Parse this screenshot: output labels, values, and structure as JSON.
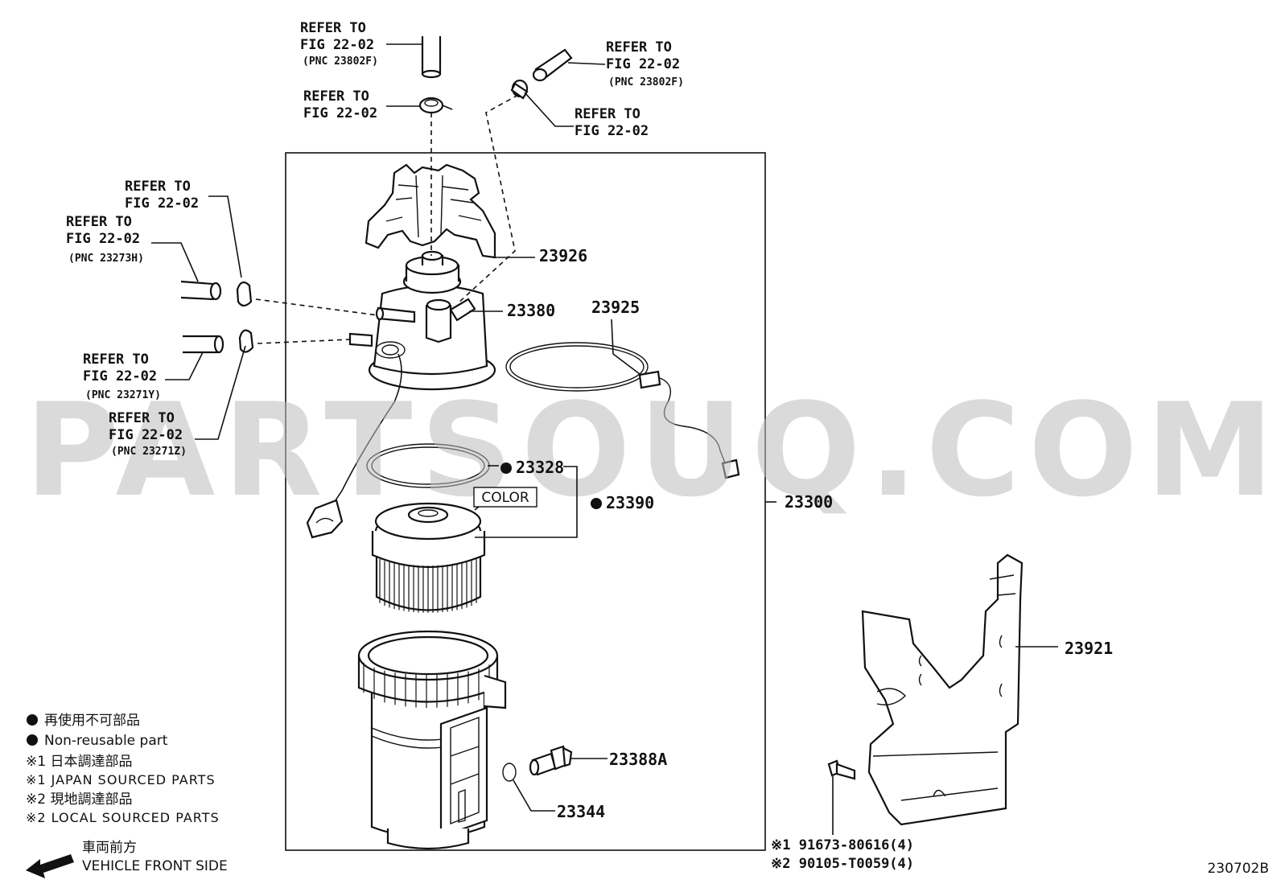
{
  "watermark": "PARTSOUQ.COM",
  "refs": {
    "r1": {
      "l1": "REFER TO",
      "l2": "FIG 22-02",
      "l3": "(PNC 23802F)"
    },
    "r2": {
      "l1": "REFER TO",
      "l2": "FIG 22-02"
    },
    "r3": {
      "l1": "REFER TO",
      "l2": "FIG 22-02",
      "l3": "(PNC 23802F)"
    },
    "r4": {
      "l1": "REFER TO",
      "l2": "FIG 22-02"
    },
    "r5": {
      "l1": "REFER TO",
      "l2": "FIG 22-02"
    },
    "r6": {
      "l1": "REFER TO",
      "l2": "FIG 22-02",
      "l3": "(PNC 23273H)"
    },
    "r7": {
      "l1": "REFER TO",
      "l2": "FIG 22-02",
      "l3": "(PNC 23271Y)"
    },
    "r8": {
      "l1": "REFER TO",
      "l2": "FIG 22-02",
      "l3": "(PNC 23271Z)"
    }
  },
  "parts": {
    "p23926": "23926",
    "p23380": "23380",
    "p23925": "23925",
    "p23328": "23328",
    "p23390": "23390",
    "p23300": "23300",
    "p23921": "23921",
    "p23388A": "23388A",
    "p23344": "23344",
    "color_tag": "COLOR",
    "bolt1": "※1 91673-80616(4)",
    "bolt2": "※2 90105-T0059(4)"
  },
  "legend": {
    "nonreuse_jp": "再使用不可部品",
    "nonreuse_en": "Non-reusable part",
    "japan_jp": "※1 日本調達部品",
    "japan_en": "※1 JAPAN SOURCED PARTS",
    "local_jp": "※2 現地調達部品",
    "local_en": "※2 LOCAL SOURCED PARTS",
    "front_jp": "車両前方",
    "front_en": "VEHICLE FRONT SIDE"
  },
  "figure_id": "230702B"
}
